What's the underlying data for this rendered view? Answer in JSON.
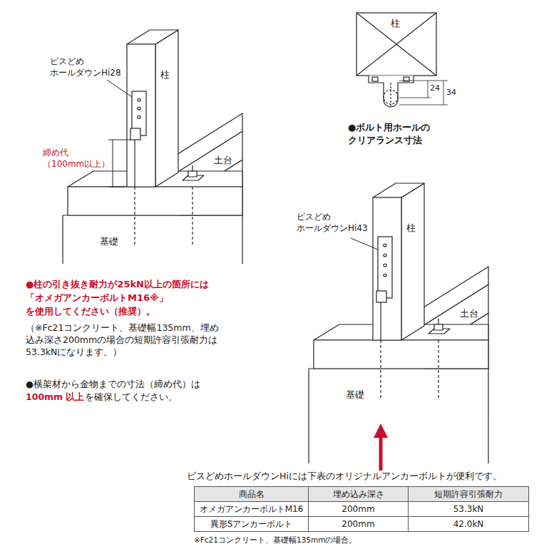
{
  "diagram": {
    "labels": [
      "ビスどめ ホールダウンHi28",
      "柱",
      "締め代 （100mm以上）",
      "土台",
      "基礎",
      "柱",
      "24",
      "34",
      "●ボルト用ホールの クリアランス寸法",
      "●柱の引き抜き耐力が25kN以上の箇所には",
      "「オメガアンカーボルトM16※」",
      "を使用してください（推奨）。",
      "（※Fc21コンクリート、基礎幅135mm、埋め込み深さ200mmの場合の短期許容引張耐力は53.3kNになります。）",
      "●横架材から金物までの寸法（締め代）は",
      "100mm 以上",
      "を確保してください。",
      "ビスどめ ホールダウンHi43",
      "柱",
      "土台",
      "基礎",
      "ビスどめホールダウンHiには下表のオリジナルアンカーボルトが便利です。",
      "商品名",
      "埋め込み深さ",
      "短期許容引張耐力",
      "オメガアンカーボルトM16",
      "200mm",
      "53.3kN",
      "異形Sアンカーボルト",
      "200mm",
      "42.0kN",
      "※Fc21コンクリート、基礎幅135mmの場合。"
    ]
  }
}
